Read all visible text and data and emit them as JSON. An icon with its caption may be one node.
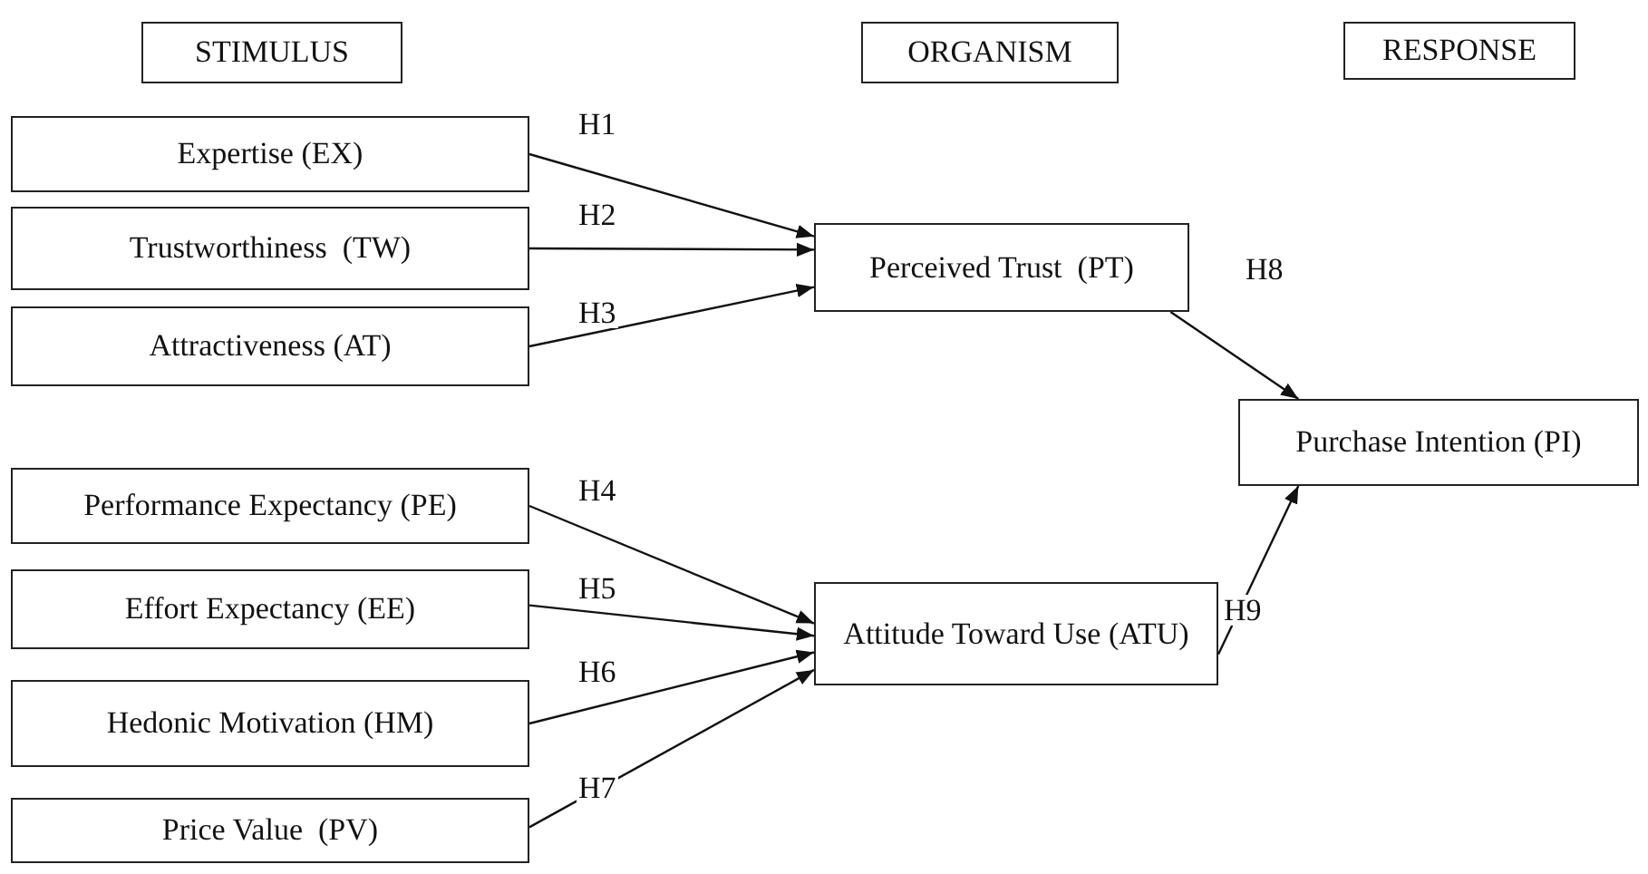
{
  "diagram": {
    "nodes": [
      {
        "text": [
          "STIMULUS"
        ]
      },
      {
        "text": [
          "ORGANISM"
        ]
      },
      {
        "text": [
          "RESPONSE"
        ]
      },
      {
        "text": [
          "Expertise (EX)"
        ]
      },
      {
        "text": [
          "Trustworthiness  (TW)"
        ]
      },
      {
        "text": [
          "Attractiveness (AT)"
        ]
      },
      {
        "text": [
          "Perceived Trust  (PT)"
        ]
      },
      {
        "text": [
          "Purchase Intention (PI)"
        ]
      },
      {
        "text": [
          "Performance Expectancy (PE)"
        ]
      },
      {
        "text": [
          "Effort Expectancy (EE)"
        ]
      },
      {
        "text": [
          "Hedonic Motivation (HM)"
        ]
      },
      {
        "text": [
          "Price Value  (PV)"
        ]
      },
      {
        "text": [
          "Attitude Toward Use (ATU)"
        ]
      }
    ],
    "edges": [
      {
        "from": 3,
        "to": 6,
        "arrow": "to",
        "label": "H1"
      },
      {
        "from": 4,
        "to": 6,
        "arrow": "to",
        "label": "H2"
      },
      {
        "from": 5,
        "to": 6,
        "arrow": "to",
        "label": "H3"
      },
      {
        "from": 8,
        "to": 12,
        "arrow": "to",
        "label": "H4"
      },
      {
        "from": 9,
        "to": 12,
        "arrow": "to",
        "label": "H5"
      },
      {
        "from": 10,
        "to": 12,
        "arrow": "to",
        "label": "H6"
      },
      {
        "from": 11,
        "to": 12,
        "arrow": "to",
        "label": "H7"
      },
      {
        "from": 6,
        "to": 7,
        "arrow": "to",
        "label": "H8"
      },
      {
        "from": 12,
        "to": 7,
        "arrow": "to",
        "label": "H9"
      }
    ]
  }
}
